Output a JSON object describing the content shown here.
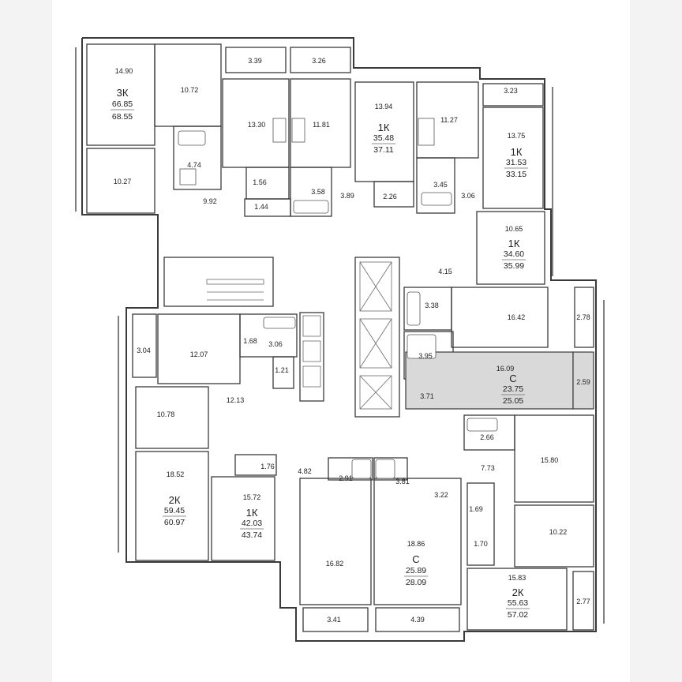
{
  "colors": {
    "wall": "#3a3a3a",
    "highlight": "#d9d9d9",
    "background": "#ffffff",
    "margin": "#f3f3f3"
  },
  "rooms": [
    {
      "id": "r1",
      "label": "14.90"
    },
    {
      "id": "r2",
      "label": "10.72"
    },
    {
      "id": "r3",
      "label": "10.27"
    },
    {
      "id": "r4",
      "label": "4.74"
    },
    {
      "id": "r5",
      "label": "9.92"
    },
    {
      "id": "r6",
      "label": "3.39"
    },
    {
      "id": "r7",
      "label": "3.26"
    },
    {
      "id": "r8",
      "label": "13.30"
    },
    {
      "id": "r9",
      "label": "11.81"
    },
    {
      "id": "r10",
      "label": "1.56"
    },
    {
      "id": "r11",
      "label": "3.58"
    },
    {
      "id": "r12",
      "label": "1.44"
    },
    {
      "id": "r13",
      "label": "3.89"
    },
    {
      "id": "r14",
      "label": "13.94"
    },
    {
      "id": "r15",
      "label": "2.26"
    },
    {
      "id": "r16",
      "label": "11.27"
    },
    {
      "id": "r17",
      "label": "3.45"
    },
    {
      "id": "r18",
      "label": "3.06"
    },
    {
      "id": "r19",
      "label": "3.23"
    },
    {
      "id": "r20",
      "label": "13.75"
    },
    {
      "id": "r21",
      "label": "10.65"
    },
    {
      "id": "r22",
      "label": "4.15"
    },
    {
      "id": "r23",
      "label": "3.38"
    },
    {
      "id": "r24",
      "label": "16.42"
    },
    {
      "id": "r25",
      "label": "2.78"
    },
    {
      "id": "r26",
      "label": "3.95"
    },
    {
      "id": "r27",
      "label": "16.09"
    },
    {
      "id": "r28",
      "label": "2.59"
    },
    {
      "id": "r29",
      "label": "3.71"
    },
    {
      "id": "r30",
      "label": "3.04"
    },
    {
      "id": "r31",
      "label": "12.07"
    },
    {
      "id": "r32",
      "label": "1.68"
    },
    {
      "id": "r33",
      "label": "3.06"
    },
    {
      "id": "r34",
      "label": "1.21"
    },
    {
      "id": "r35",
      "label": "12.13"
    },
    {
      "id": "r36",
      "label": "10.78"
    },
    {
      "id": "r37",
      "label": "18.52"
    },
    {
      "id": "r38",
      "label": "1.76"
    },
    {
      "id": "r39",
      "label": "15.72"
    },
    {
      "id": "r40",
      "label": "4.82"
    },
    {
      "id": "r41",
      "label": "2.91"
    },
    {
      "id": "r42",
      "label": "3.81"
    },
    {
      "id": "r43",
      "label": "3.22"
    },
    {
      "id": "r44",
      "label": "16.82"
    },
    {
      "id": "r45",
      "label": "18.86"
    },
    {
      "id": "r46",
      "label": "3.41"
    },
    {
      "id": "r47",
      "label": "4.39"
    },
    {
      "id": "r48",
      "label": "2.66"
    },
    {
      "id": "r49",
      "label": "7.73"
    },
    {
      "id": "r50",
      "label": "15.80"
    },
    {
      "id": "r51",
      "label": "1.69"
    },
    {
      "id": "r52",
      "label": "1.70"
    },
    {
      "id": "r53",
      "label": "10.22"
    },
    {
      "id": "r54",
      "label": "15.83"
    },
    {
      "id": "r55",
      "label": "2.77"
    }
  ],
  "apartments": [
    {
      "id": "a1",
      "type": "3К",
      "area": "66.85",
      "total": "68.55",
      "highlighted": false
    },
    {
      "id": "a2",
      "type": "1К",
      "area": "35.48",
      "total": "37.11",
      "highlighted": false
    },
    {
      "id": "a3",
      "type": "1К",
      "area": "31.53",
      "total": "33.15",
      "highlighted": false
    },
    {
      "id": "a4",
      "type": "1К",
      "area": "34.60",
      "total": "35.99",
      "highlighted": false
    },
    {
      "id": "a5",
      "type": "С",
      "area": "23.75",
      "total": "25.05",
      "highlighted": true
    },
    {
      "id": "a6",
      "type": "2К",
      "area": "59.45",
      "total": "60.97",
      "highlighted": false
    },
    {
      "id": "a7",
      "type": "1К",
      "area": "42.03",
      "total": "43.74",
      "highlighted": false
    },
    {
      "id": "a8",
      "type": "С",
      "area": "25.89",
      "total": "28.09",
      "highlighted": false
    },
    {
      "id": "a9",
      "type": "2К",
      "area": "55.63",
      "total": "57.02",
      "highlighted": false
    }
  ]
}
